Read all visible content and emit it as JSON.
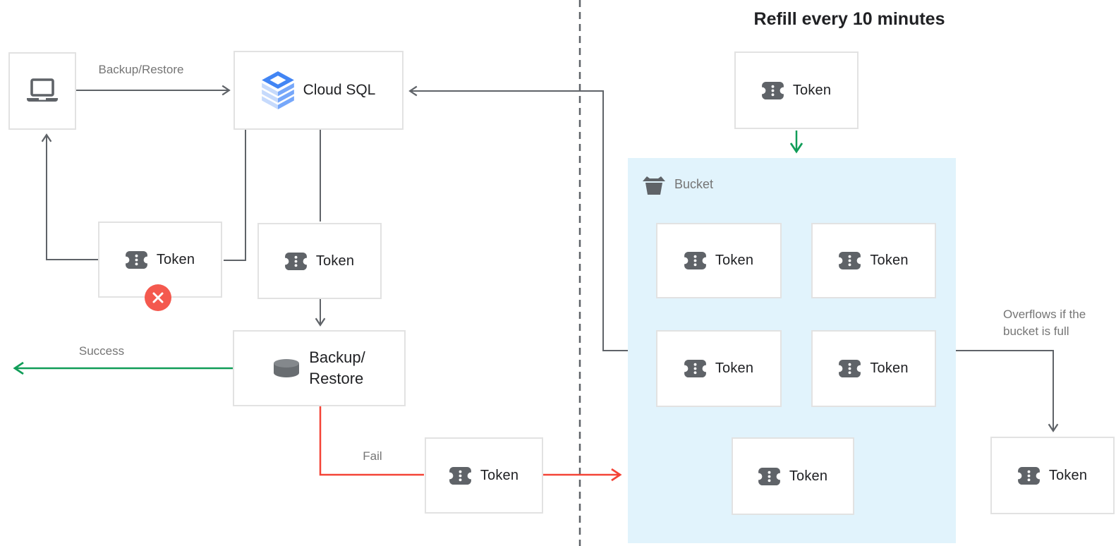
{
  "diagram": {
    "title": "Refill every 10 minutes",
    "nodes": {
      "cloud_sql": "Cloud SQL",
      "backup_restore": [
        "Backup/",
        "Restore"
      ],
      "token": "Token",
      "bucket": "Bucket"
    },
    "edge_labels": {
      "backup_restore_request": "Backup/Restore",
      "success": "Success",
      "fail": "Fail",
      "overflow": [
        "Overflows if the",
        "bucket is full"
      ]
    },
    "colors": {
      "success_green": "#109d58",
      "fail_red": "#f44336",
      "error_badge_red": "#f4594e",
      "bucket_background": "#e1f3fc",
      "connector_gray": "#5f6368",
      "box_border": "#e2e2e2",
      "label_gray": "#757575",
      "text_dark": "#202124",
      "icon_gray": "#5f6368",
      "cloud_sql_blue": "#4285f4",
      "cloud_sql_blue_mid": "#76a7fa",
      "cloud_sql_blue_light": "#c6dafc"
    },
    "icons": {
      "laptop": "laptop-icon",
      "cloud_sql": "cloud-sql-icon",
      "token": "ticket-icon",
      "backup_restore": "database-icon",
      "bucket": "bucket-icon",
      "error": "error-x-icon"
    }
  }
}
